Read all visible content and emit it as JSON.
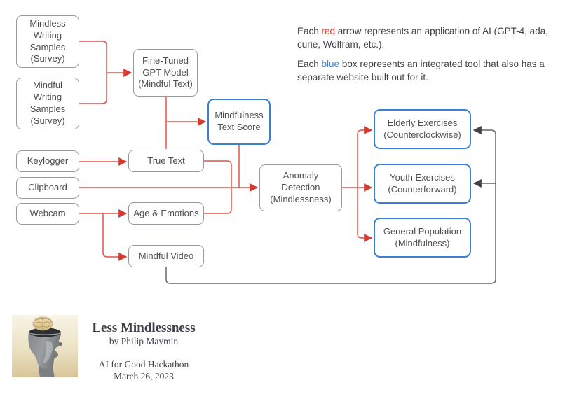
{
  "annotations": {
    "red_note": {
      "prefix": "Each ",
      "highlight": "red",
      "suffix": " arrow represents an application of AI (GPT-4, ada, curie, Wolfram, etc.)."
    },
    "blue_note": {
      "prefix": "Each ",
      "highlight": "blue",
      "suffix": " box represents an integrated tool that also has a separate website built out for it."
    }
  },
  "nodes": {
    "mindless_samples": {
      "label": "Mindless Writing Samples (Survey)",
      "style": "gray"
    },
    "mindful_samples": {
      "label": "Mindful Writing Samples (Survey)",
      "style": "gray"
    },
    "fine_tuned_gpt": {
      "label": "Fine-Tuned GPT Model (Mindful Text)",
      "style": "gray"
    },
    "mindfulness_text_score": {
      "label": "Mindfulness Text Score",
      "style": "blue"
    },
    "keylogger": {
      "label": "Keylogger",
      "style": "gray"
    },
    "true_text": {
      "label": "True Text",
      "style": "gray"
    },
    "clipboard": {
      "label": "Clipboard",
      "style": "gray"
    },
    "webcam": {
      "label": "Webcam",
      "style": "gray"
    },
    "age_emotions": {
      "label": "Age & Emotions",
      "style": "gray"
    },
    "mindful_video": {
      "label": "Mindful Video",
      "style": "gray"
    },
    "anomaly_detection": {
      "label": "Anomaly Detection (Mindlessness)",
      "style": "gray"
    },
    "elderly_exercises": {
      "label": "Elderly Exercises (Counterclockwise)",
      "style": "blue"
    },
    "youth_exercises": {
      "label": "Youth Exercises (Counterforward)",
      "style": "blue"
    },
    "general_population": {
      "label": "General Population (Mindfulness)",
      "style": "blue"
    }
  },
  "edges": [
    {
      "from": "mindless_samples",
      "to": "fine_tuned_gpt",
      "color": "red"
    },
    {
      "from": "mindful_samples",
      "to": "fine_tuned_gpt",
      "color": "red"
    },
    {
      "from": "fine_tuned_gpt",
      "to": "mindfulness_text_score",
      "color": "red"
    },
    {
      "from": "fine_tuned_gpt",
      "to": "true_text",
      "color": "red"
    },
    {
      "from": "mindfulness_text_score",
      "to": "anomaly_detection",
      "color": "red"
    },
    {
      "from": "keylogger",
      "to": "true_text",
      "color": "red"
    },
    {
      "from": "true_text",
      "to": "anomaly_detection",
      "color": "red"
    },
    {
      "from": "clipboard",
      "to": "anomaly_detection",
      "color": "red"
    },
    {
      "from": "webcam",
      "to": "age_emotions",
      "color": "red"
    },
    {
      "from": "webcam",
      "to": "mindful_video",
      "color": "red"
    },
    {
      "from": "age_emotions",
      "to": "anomaly_detection",
      "color": "red"
    },
    {
      "from": "anomaly_detection",
      "to": "elderly_exercises",
      "color": "red"
    },
    {
      "from": "anomaly_detection",
      "to": "youth_exercises",
      "color": "red"
    },
    {
      "from": "anomaly_detection",
      "to": "general_population",
      "color": "red"
    },
    {
      "from": "mindful_video",
      "to": "elderly_exercises",
      "color": "gray"
    },
    {
      "from": "mindful_video",
      "to": "youth_exercises",
      "color": "gray"
    }
  ],
  "footer": {
    "title": "Less Mindlessness",
    "byline": "by Philip Maymin",
    "event": "AI for Good Hackathon",
    "date": "March 26, 2023",
    "logo": "head-with-brain-logo"
  },
  "colors": {
    "red_arrow": "#e0392d",
    "blue_box_border": "#3a81d5",
    "gray_box_border": "#96999d",
    "gray_arrow": "#63666a",
    "node_text": "#4c4e52"
  }
}
